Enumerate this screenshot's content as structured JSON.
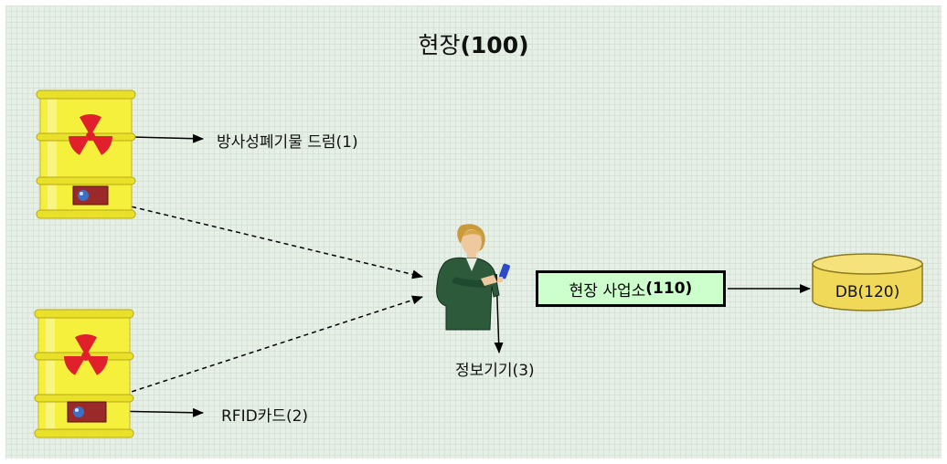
{
  "title": {
    "prefix": "현장",
    "code": "(100)"
  },
  "labels": {
    "drum": "방사성폐기물 드럼(1)",
    "rfid": "RFID카드(2)",
    "device": "정보기기(3)",
    "site_name": "현장 사업소",
    "site_code": "(110)",
    "db": "DB(120)"
  },
  "icons": {
    "drum_top": "radioactive-drum-icon",
    "drum_bottom": "radioactive-drum-icon",
    "worker": "worker-with-handheld-icon",
    "database": "database-cylinder-icon"
  },
  "colors": {
    "background": "#e8efe8",
    "drum_yellow": "#f5f03c",
    "trefoil_red": "#e0202a",
    "site_box_fill": "#ccffcc",
    "db_fill": "#f0d858",
    "rfid_tag": "#9a2a2a",
    "worker_jacket": "#2e5a3c"
  }
}
